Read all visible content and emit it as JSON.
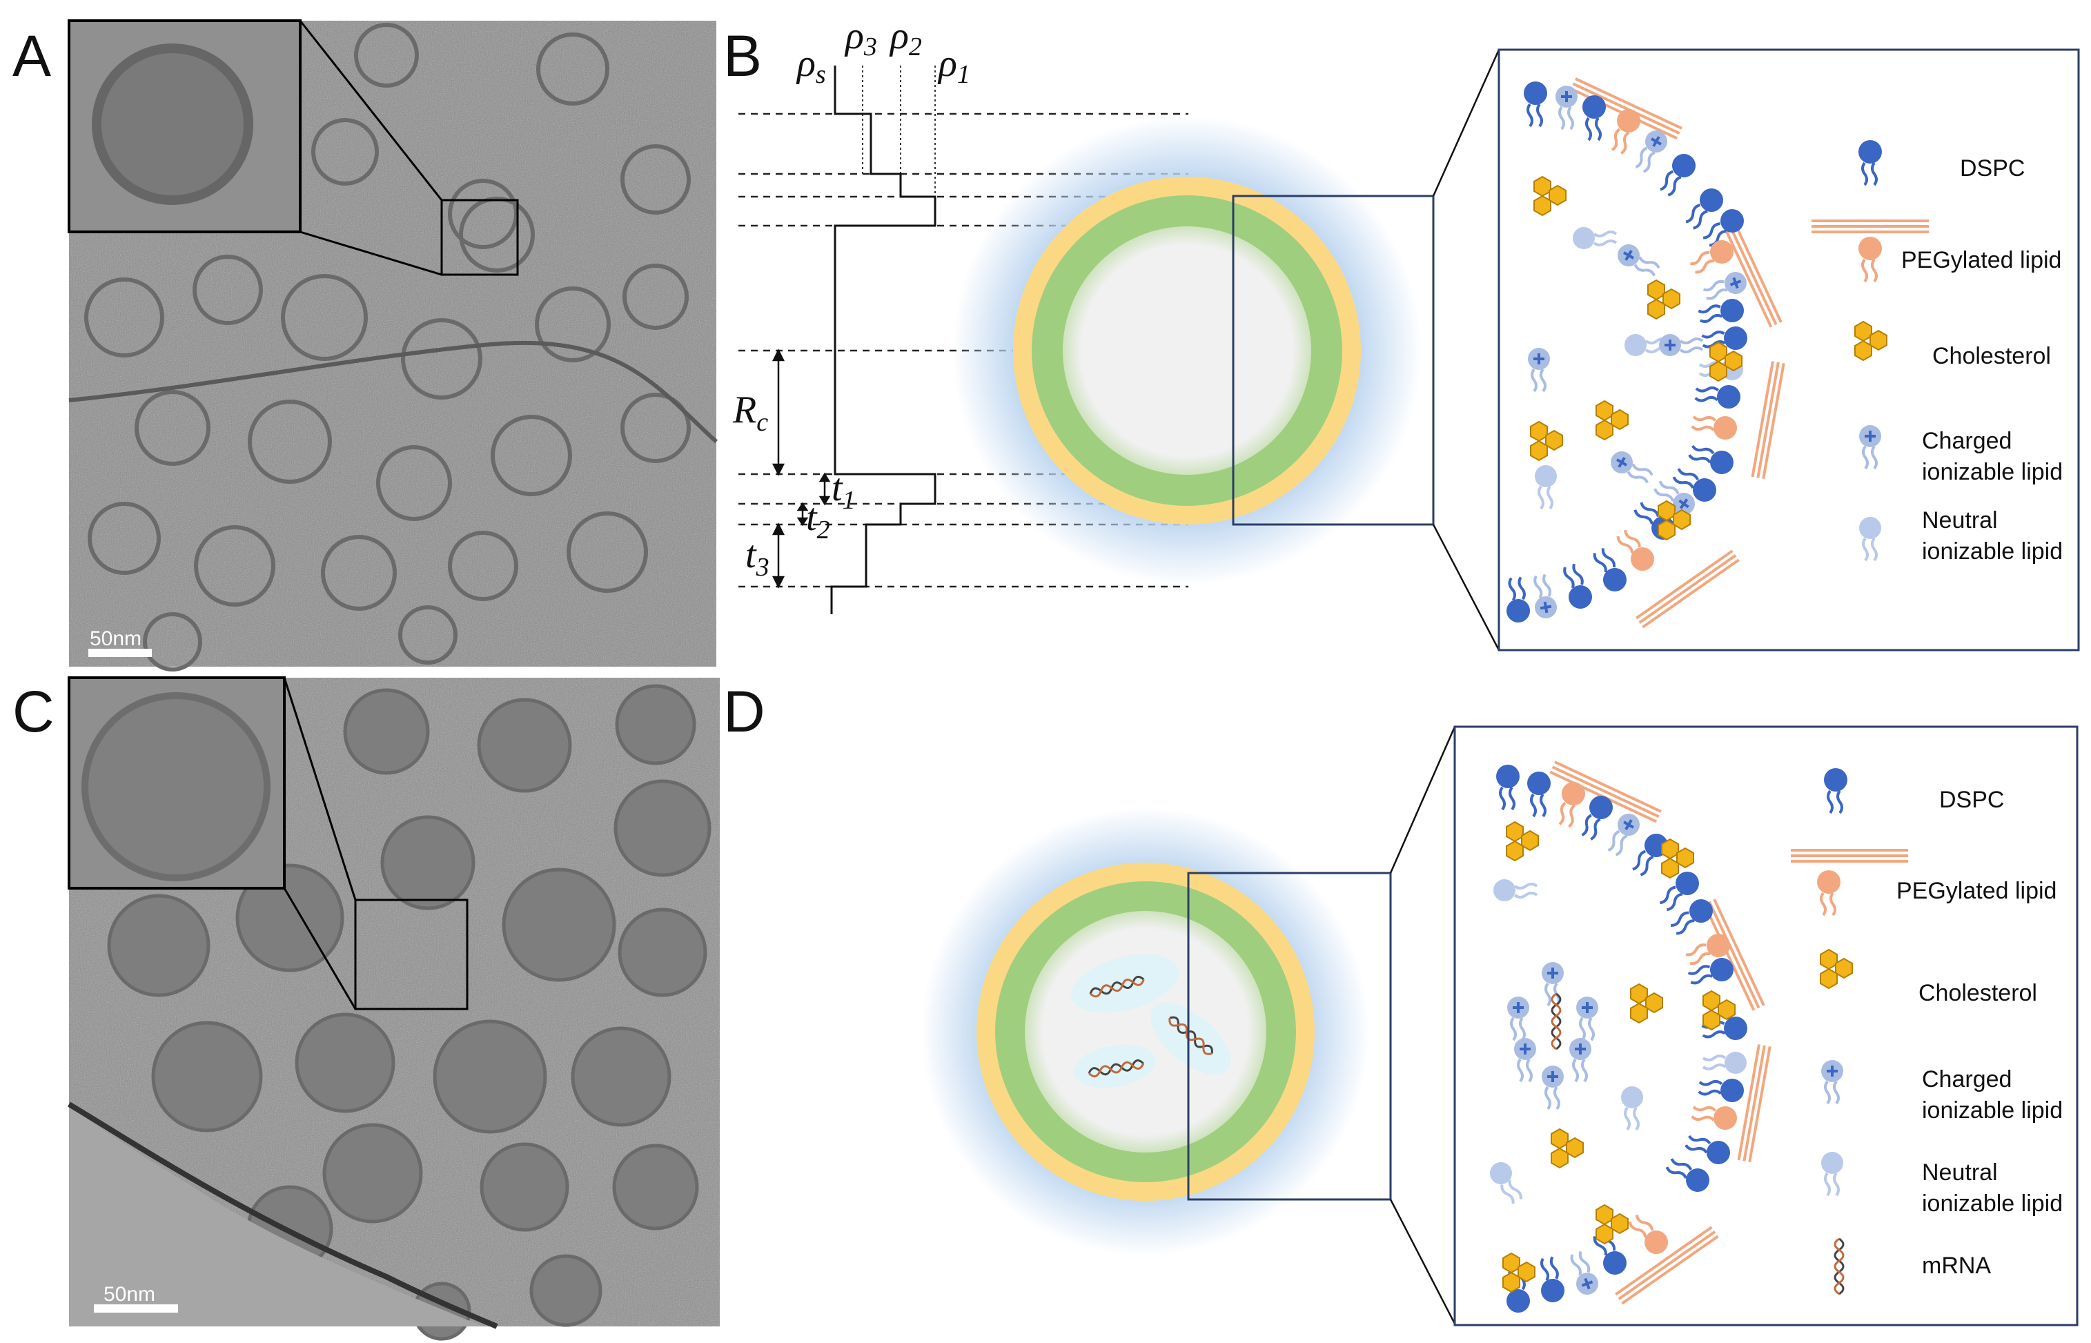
{
  "panels": {
    "a": {
      "letter": "A",
      "scale_label": "50nm"
    },
    "b": {
      "letter": "B",
      "rho_s": "ρ",
      "rho_s_sub": "s",
      "rho_3": "ρ",
      "rho_3_sub": "3",
      "rho_2": "ρ",
      "rho_2_sub": "2",
      "rho_1": "ρ",
      "rho_1_sub": "1",
      "rc": "R",
      "rc_sub": "c",
      "t1": "t",
      "t1_sub": "1",
      "t2": "t",
      "t2_sub": "2",
      "t3": "t",
      "t3_sub": "3"
    },
    "c": {
      "letter": "C",
      "scale_label": "50nm"
    },
    "d": {
      "letter": "D"
    }
  },
  "legend_b": {
    "dspc": "DSPC",
    "peg": "PEGylated lipid",
    "chol": "Cholesterol",
    "charged_1": "Charged",
    "charged_2": "ionizable lipid",
    "neutral_1": "Neutral",
    "neutral_2": "ionizable lipid"
  },
  "legend_d": {
    "dspc": "DSPC",
    "peg": "PEGylated lipid",
    "chol": "Cholesterol",
    "charged_1": "Charged",
    "charged_2": "ionizable lipid",
    "neutral_1": "Neutral",
    "neutral_2": "ionizable lipid",
    "mrna": "mRNA"
  },
  "colors": {
    "dspc": "#3a66c4",
    "peg": "#f2a77e",
    "chol": "#f2b418",
    "charged": "#a9bde3",
    "neutral": "#b8c9ea",
    "shell_outer": "#b9d3ef",
    "shell_yellow": "#fbd984",
    "shell_green": "#9fce7f",
    "core": "#f1f1f1"
  }
}
